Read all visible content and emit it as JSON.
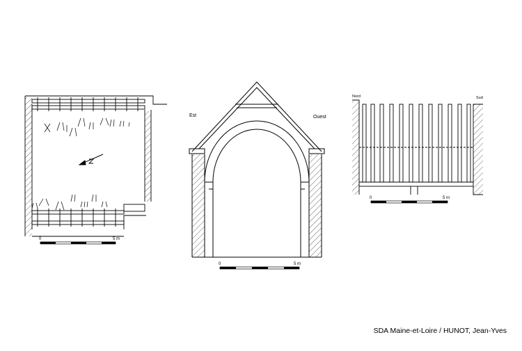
{
  "plan": {
    "scale": {
      "start": "0",
      "end": "5 m"
    }
  },
  "section": {
    "left_label": "Est",
    "right_label": "Ouest",
    "scale": {
      "start": "0",
      "end": "5 m"
    }
  },
  "elevation": {
    "left_label": "Nord",
    "right_label": "Sud",
    "scale": {
      "start": "0",
      "end": "5 m"
    }
  },
  "credit": "SDA Maine-et-Loire / HUNOT, Jean-Yves"
}
